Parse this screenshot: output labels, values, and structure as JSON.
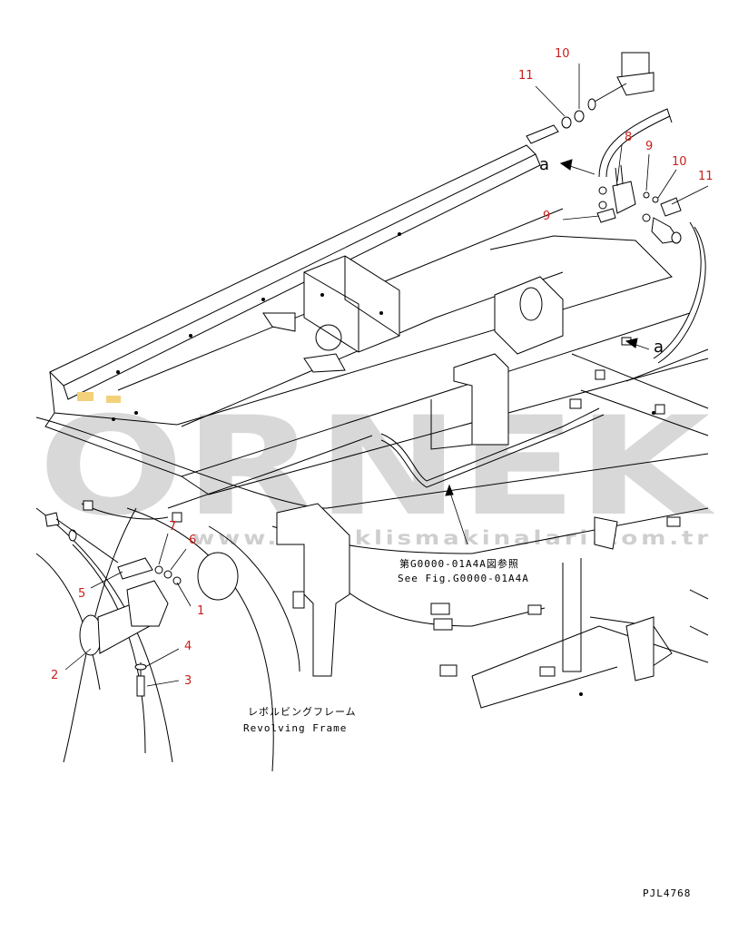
{
  "watermark": {
    "brand": "ORNEK",
    "url": "www.orneklismakinalari.com.tr"
  },
  "callouts": [
    {
      "id": "c1",
      "label": "1"
    },
    {
      "id": "c2",
      "label": "2"
    },
    {
      "id": "c3",
      "label": "3"
    },
    {
      "id": "c4",
      "label": "4"
    },
    {
      "id": "c5",
      "label": "5"
    },
    {
      "id": "c6",
      "label": "6"
    },
    {
      "id": "c7",
      "label": "7"
    },
    {
      "id": "c8",
      "label": "8"
    },
    {
      "id": "c9a",
      "label": "9"
    },
    {
      "id": "c9b",
      "label": "9"
    },
    {
      "id": "c10a",
      "label": "10"
    },
    {
      "id": "c10b",
      "label": "10"
    },
    {
      "id": "c11a",
      "label": "11"
    },
    {
      "id": "c11b",
      "label": "11"
    }
  ],
  "view_markers": {
    "top": "a",
    "right": "a"
  },
  "reference_note": {
    "jp": "第G0000-01A4A図参照",
    "en": "See Fig.G0000-01A4A"
  },
  "frame_label": {
    "jp": "レボルビングフレーム",
    "en": "Revolving Frame"
  },
  "drawing_id": "PJL4768"
}
